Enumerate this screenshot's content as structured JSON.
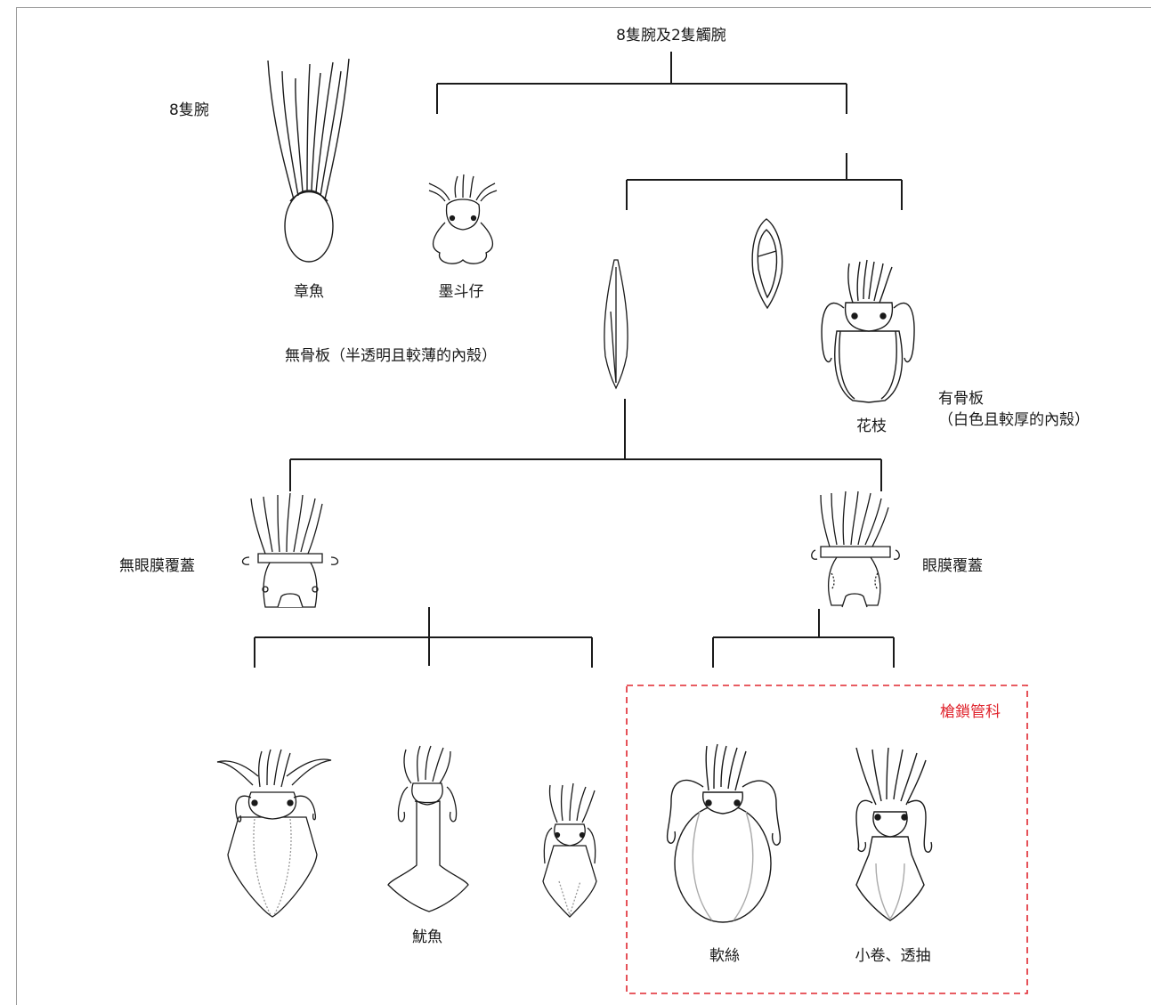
{
  "root_label": "8隻腕及2隻觸腕",
  "branch_8arms": "8隻腕",
  "no_bone_plate": "無骨板（半透明且較薄的內殼）",
  "has_bone_plate": "有骨板",
  "has_bone_plate_desc": "（白色且較厚的內殼）",
  "no_eye_membrane": "無眼膜覆蓋",
  "eye_membrane": "眼膜覆蓋",
  "family_box": "槍鎖管科",
  "species": {
    "octopus": "章魚",
    "bobtail": "墨斗仔",
    "cuttlefish": "花枝",
    "flying_squid": "魷魚",
    "bigfin_reef_squid": "軟絲",
    "loligo": "小卷、透抽"
  },
  "colors": {
    "line": "#1a1a1a",
    "dashed_box": "#e0262f"
  }
}
